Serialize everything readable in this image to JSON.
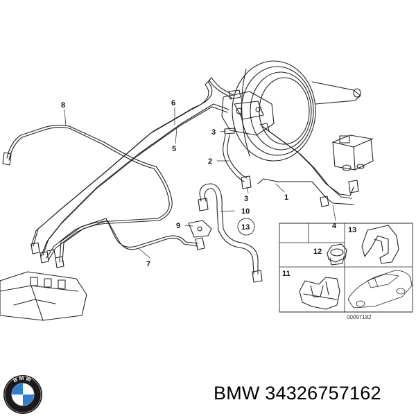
{
  "diagram": {
    "callouts": {
      "c1": "1",
      "c2": "2",
      "c3a": "3",
      "c3b": "3",
      "c4": "4",
      "c5": "5",
      "c6": "6",
      "c7": "7",
      "c8": "8",
      "c9": "9",
      "c10": "10",
      "c11": "11",
      "c12": "12",
      "c13": "13",
      "c13b": "13"
    },
    "reference_number": "00097182"
  },
  "footer": {
    "label": "BMW 34326757162",
    "logo_letters": "BMW"
  },
  "colors": {
    "line": "#222222",
    "logo_blue": "#2f7fd1",
    "logo_ring": "#1a1a1a"
  }
}
